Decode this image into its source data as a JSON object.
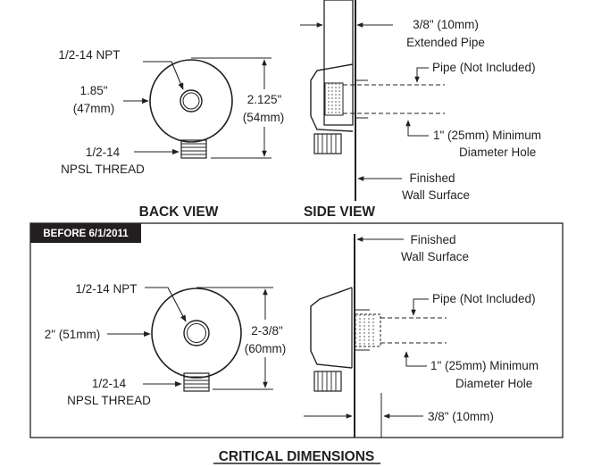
{
  "top": {
    "back": {
      "npt": "1/2-14 NPT",
      "dia_in": "1.85\"",
      "dia_mm": "(47mm)",
      "height_in": "2.125\"",
      "height_mm": "(54mm)",
      "thread_1": "1/2-14",
      "thread_2": "NPSL THREAD"
    },
    "side": {
      "pipe_in": "3/8\" (10mm)",
      "pipe_label": "Extended Pipe",
      "pipe_not_included": "Pipe (Not Included)",
      "hole_1": "1\" (25mm) Minimum",
      "hole_2": "Diameter Hole",
      "wall_1": "Finished",
      "wall_2": "Wall Surface"
    },
    "back_view_title": "BACK VIEW",
    "side_view_title": "SIDE VIEW"
  },
  "bottom": {
    "badge": "BEFORE 6/1/2011",
    "back": {
      "npt": "1/2-14 NPT",
      "dia": "2\" (51mm)",
      "height_in": "2-3/8\"",
      "height_mm": "(60mm)",
      "thread_1": "1/2-14",
      "thread_2": "NPSL THREAD"
    },
    "side": {
      "wall_1": "Finished",
      "wall_2": "Wall Surface",
      "pipe_not_included": "Pipe (Not Included)",
      "hole_1": "1\" (25mm) Minimum",
      "hole_2": "Diameter Hole",
      "pipe_in": "3/8\" (10mm)"
    }
  },
  "footer_title": "CRITICAL DIMENSIONS",
  "colors": {
    "ink": "#231f20",
    "badge_bg": "#231f20"
  }
}
